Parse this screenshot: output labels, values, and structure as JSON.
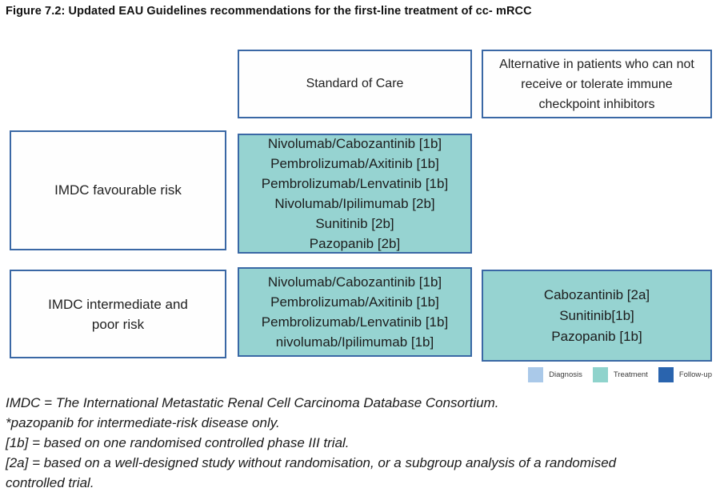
{
  "title": "Figure 7.2: Updated EAU Guidelines recommendations for the first-line treatment of cc- mRCC",
  "table": {
    "column_headers": [
      {
        "label": "Standard of Care"
      },
      {
        "label": "Alternative in patients who can not receive or tolerate immune checkpoint inhibitors"
      }
    ],
    "rows": [
      {
        "risk_group": "IMDC favourable risk",
        "standard_of_care": [
          "Nivolumab/Cabozantinib [1b]",
          "Pembrolizumab/Axitinib [1b]",
          "Pembrolizumab/Lenvatinib [1b]",
          "Nivolumab/Ipilimumab [2b]",
          "Sunitinib [2b]",
          "Pazopanib [2b]"
        ],
        "alternative": []
      },
      {
        "risk_group": "IMDC intermediate and poor risk",
        "standard_of_care": [
          "Nivolumab/Cabozantinib [1b]",
          "Pembrolizumab/Axitinib [1b]",
          "Pembrolizumab/Lenvatinib [1b]",
          "nivolumab/Ipilimumab [1b]"
        ],
        "alternative": [
          "Cabozantinib [2a]",
          "Sunitinib[1b]",
          "Pazopanib [1b]"
        ]
      }
    ]
  },
  "legend": {
    "items": [
      {
        "label": "Diagnosis",
        "color": "#aac9e9"
      },
      {
        "label": "Treatment",
        "color": "#8fd3cc"
      },
      {
        "label": "Follow-up",
        "color": "#2a64ae"
      }
    ]
  },
  "footnotes": [
    "IMDC = The International Metastatic Renal Cell Carcinoma Database Consortium.",
    "*pazopanib for intermediate-risk disease only.",
    "[1b] = based on one randomised controlled phase III trial.",
    "[2a] = based on a well-designed study without randomisation, or a subgroup analysis of a randomised controlled trial."
  ],
  "colors": {
    "box_border": "#3a68a5",
    "treatment_fill": "#96d3d1",
    "text": "#1f1f1f"
  }
}
